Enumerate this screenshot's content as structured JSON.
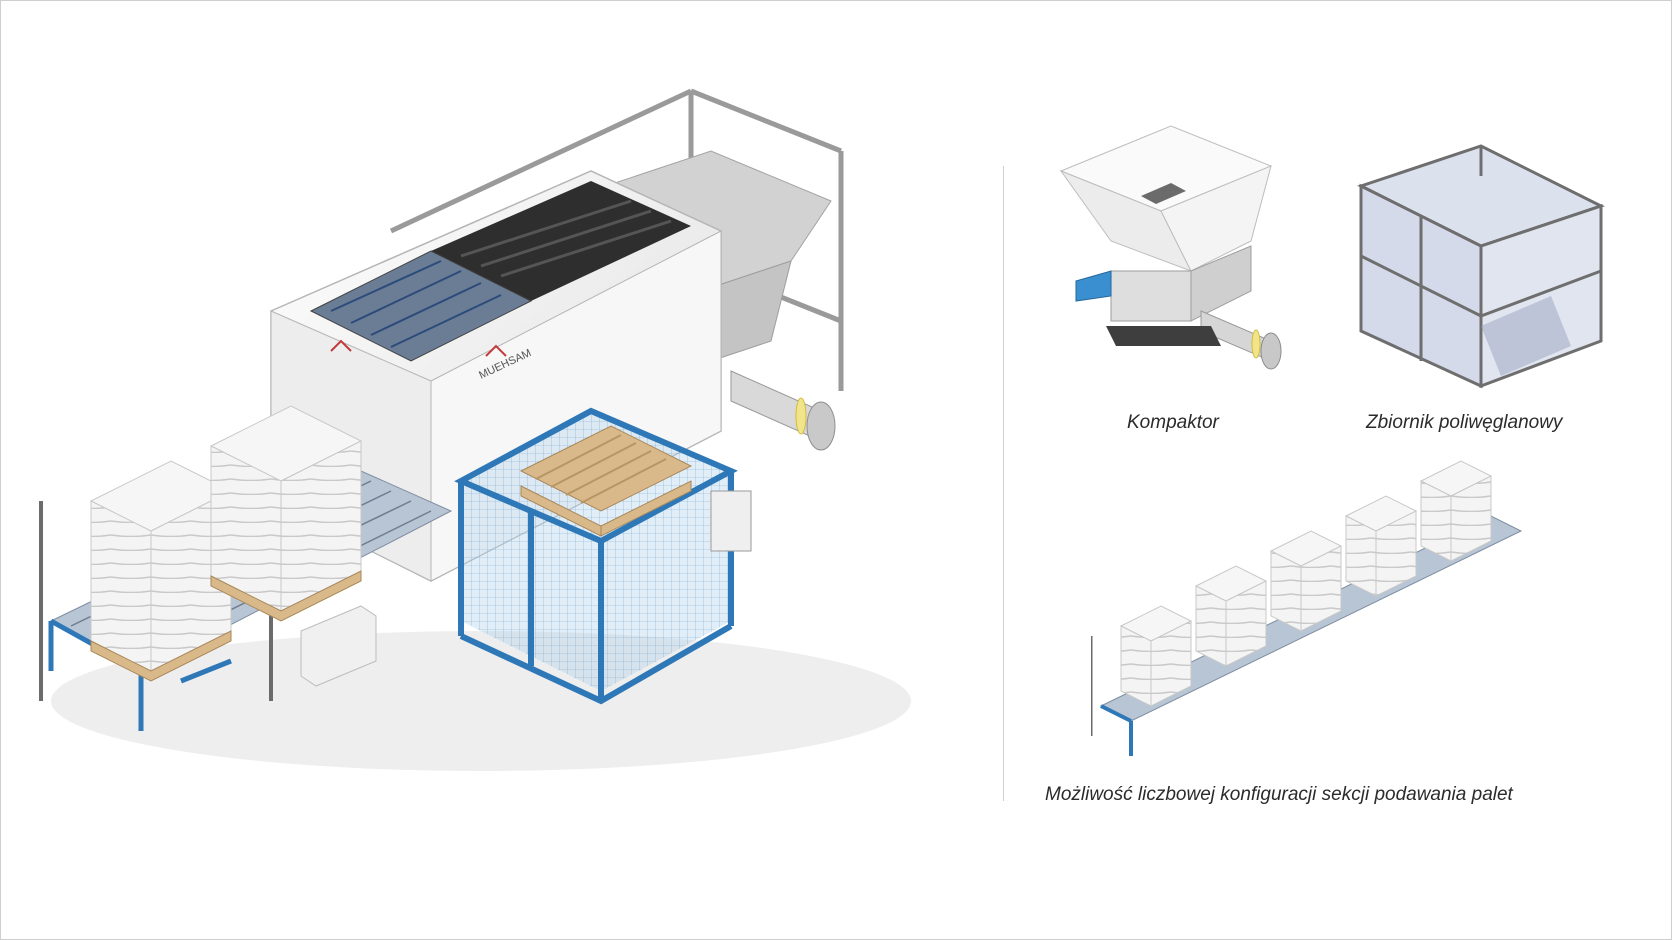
{
  "brand": {
    "logo_text": "MUEHSAM",
    "accent": "#3a8fd0",
    "frame": "#2f78b8",
    "pallet_wood": "#d9b98a",
    "bag": "#f2f2f2"
  },
  "captions": {
    "kompaktor": "Kompaktor",
    "zbiornik": "Zbiornik poliwęglanowy",
    "konfiguracja": "Możliwość liczbowej konfiguracji sekcji podawania palet"
  },
  "icons": {
    "main": "palletizer-machine-illustration",
    "compactor": "compactor-illustration",
    "tank": "polycarbonate-tank-illustration",
    "line": "pallet-feed-line-illustration"
  }
}
